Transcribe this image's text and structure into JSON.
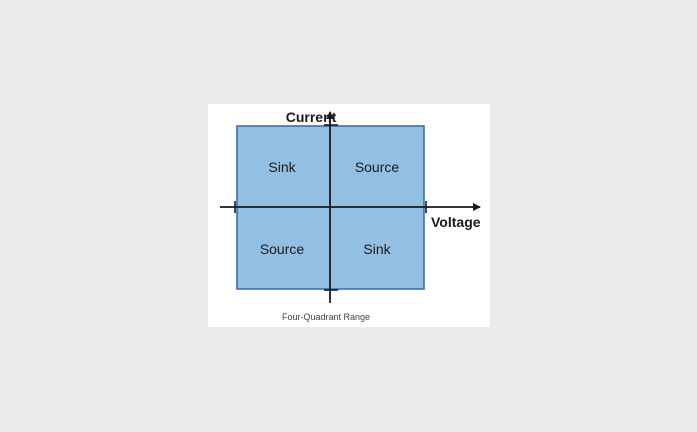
{
  "diagram": {
    "axes": {
      "y_label": "Current",
      "x_label": "Voltage"
    },
    "quadrants": {
      "top_left": "Sink",
      "top_right": "Source",
      "bottom_left": "Source",
      "bottom_right": "Sink"
    },
    "caption": "Four-Quadrant Range",
    "colors": {
      "fill": "#93bfe3",
      "border": "#3d6fae",
      "axis": "#1a1a1a"
    }
  }
}
